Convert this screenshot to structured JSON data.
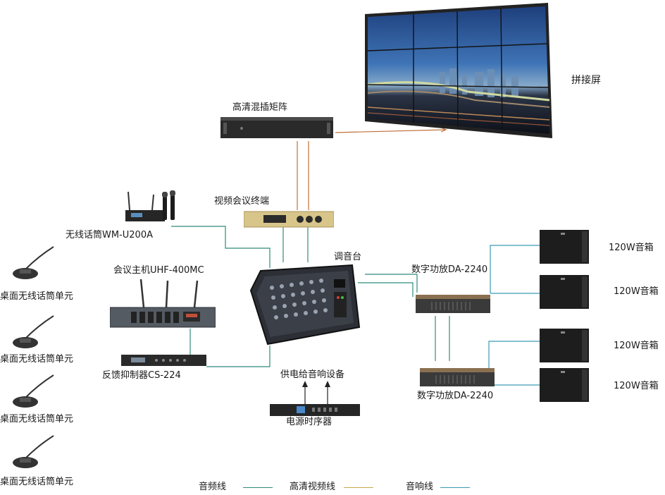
{
  "labels": {
    "splice_screen": "拼接屏",
    "hd_matrix": "高清混插矩阵",
    "video_terminal": "视频会议终端",
    "wireless_mic": "无线话筒WM-U200A",
    "mixer": "调音台",
    "conference_host": "会议主机UHF-400MC",
    "feedback_suppressor": "反馈抑制器CS-224",
    "power_supply_note": "供电给音响设备",
    "power_sequencer": "电源时序器",
    "amp_top": "数字功放DA-2240",
    "amp_bottom": "数字功放DA-2240",
    "speaker_1": "120W音箱",
    "speaker_2": "120W音箱",
    "speaker_3": "120W音箱",
    "speaker_4": "120W音箱",
    "desk_mic_1": "桌面无线话筒单元",
    "desk_mic_2": "桌面无线话筒单元",
    "desk_mic_3": "桌面无线话筒单元",
    "desk_mic_4": "桌面无线话筒单元"
  },
  "legend": {
    "audio_line": "音频线",
    "hd_video_line": "高清视频线",
    "speaker_line": "音响线"
  },
  "colors": {
    "audio_line": "#2e8b7a",
    "hd_video_line": "#c8a84a",
    "speaker_line": "#3a9bb5",
    "video_signal": "#c0703a"
  }
}
